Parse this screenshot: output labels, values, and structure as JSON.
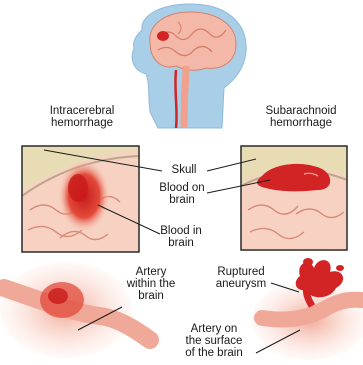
{
  "labels": {
    "intracerebral_title": "Intracerebral\nhemorrhage",
    "subarachnoid_title": "Subarachnoid\nhemorrhage",
    "skull": "Skull",
    "blood_on_brain": "Blood on\nbrain",
    "blood_in_brain": "Blood in\nbrain",
    "artery_within": "Artery\nwithin the\nbrain",
    "ruptured_aneurysm": "Ruptured\naneurysm",
    "artery_surface": "Artery on\nthe surface\nof the brain"
  },
  "colors": {
    "head_blue": "#a9cfe8",
    "brain_pink": "#f3b8a8",
    "blood_red": "#d22424",
    "tissue_pink": "#f7c9b6",
    "skull_tan": "#e8dcb4",
    "box_border": "#2a2a2a"
  }
}
